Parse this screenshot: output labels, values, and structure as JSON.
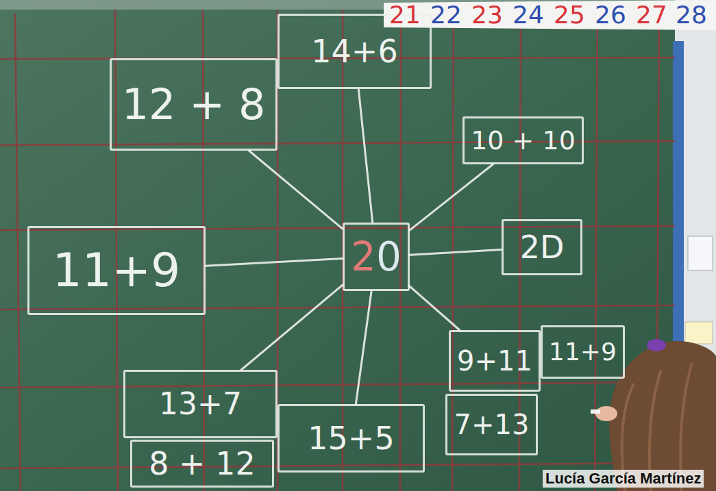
{
  "diagram": {
    "nodes": [
      {
        "text": [
          "20"
        ]
      },
      {
        "text": [
          "14+6"
        ]
      },
      {
        "text": [
          "12 + 8"
        ]
      },
      {
        "text": [
          "10 + 10"
        ]
      },
      {
        "text": [
          "11+9"
        ]
      },
      {
        "text": [
          "2D"
        ]
      },
      {
        "text": [
          "9+11"
        ]
      },
      {
        "text": [
          "11+9"
        ]
      },
      {
        "text": [
          "13+7"
        ]
      },
      {
        "text": [
          "15+5"
        ]
      },
      {
        "text": [
          "7+13"
        ]
      },
      {
        "text": [
          "8 + 12"
        ]
      }
    ],
    "edges": [
      {
        "from": 0,
        "to": 1,
        "arrow": "none"
      },
      {
        "from": 0,
        "to": 2,
        "arrow": "none"
      },
      {
        "from": 0,
        "to": 3,
        "arrow": "none"
      },
      {
        "from": 0,
        "to": 4,
        "arrow": "none"
      },
      {
        "from": 0,
        "to": 5,
        "arrow": "none"
      },
      {
        "from": 0,
        "to": 6,
        "arrow": "none"
      },
      {
        "from": 0,
        "to": 8,
        "arrow": "none"
      },
      {
        "from": 0,
        "to": 9,
        "arrow": "none"
      }
    ],
    "labels": [
      "21",
      "22",
      "23",
      "24",
      "25",
      "26",
      "27",
      "28",
      "Lucía García Martínez"
    ]
  }
}
